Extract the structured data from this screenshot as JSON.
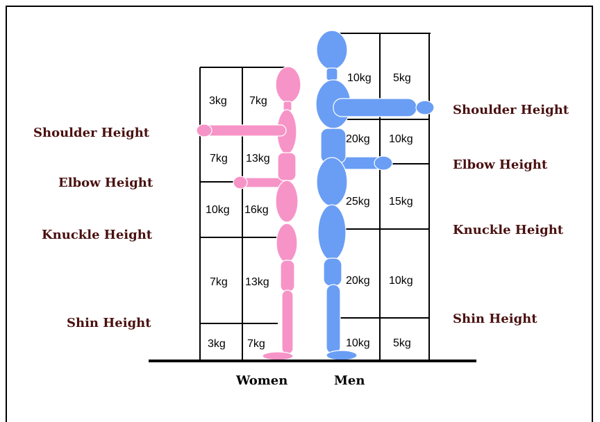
{
  "labels": {
    "women": "Women",
    "men": "Men",
    "women_side": {
      "shoulder": "Shoulder Height",
      "elbow": "Elbow Height",
      "knuckle": "Knuckle Height",
      "shin": "Shin Height"
    },
    "men_side": {
      "shoulder": "Shoulder Height",
      "elbow": "Elbow Height",
      "knuckle": "Knuckle Height",
      "shin": "Shin Height"
    }
  },
  "women_grid": [
    [
      "3kg",
      "7kg"
    ],
    [
      "7kg",
      "13kg"
    ],
    [
      "10kg",
      "16kg"
    ],
    [
      "7kg",
      "13kg"
    ],
    [
      "3kg",
      "7kg"
    ]
  ],
  "men_grid": [
    [
      "10kg",
      "5kg"
    ],
    [
      "20kg",
      "10kg"
    ],
    [
      "25kg",
      "15kg"
    ],
    [
      "20kg",
      "10kg"
    ],
    [
      "10kg",
      "5kg"
    ]
  ],
  "colors": {
    "women_figure": "#f794c7",
    "men_figure": "#6a9ef5",
    "label_text": "#4a1010"
  }
}
